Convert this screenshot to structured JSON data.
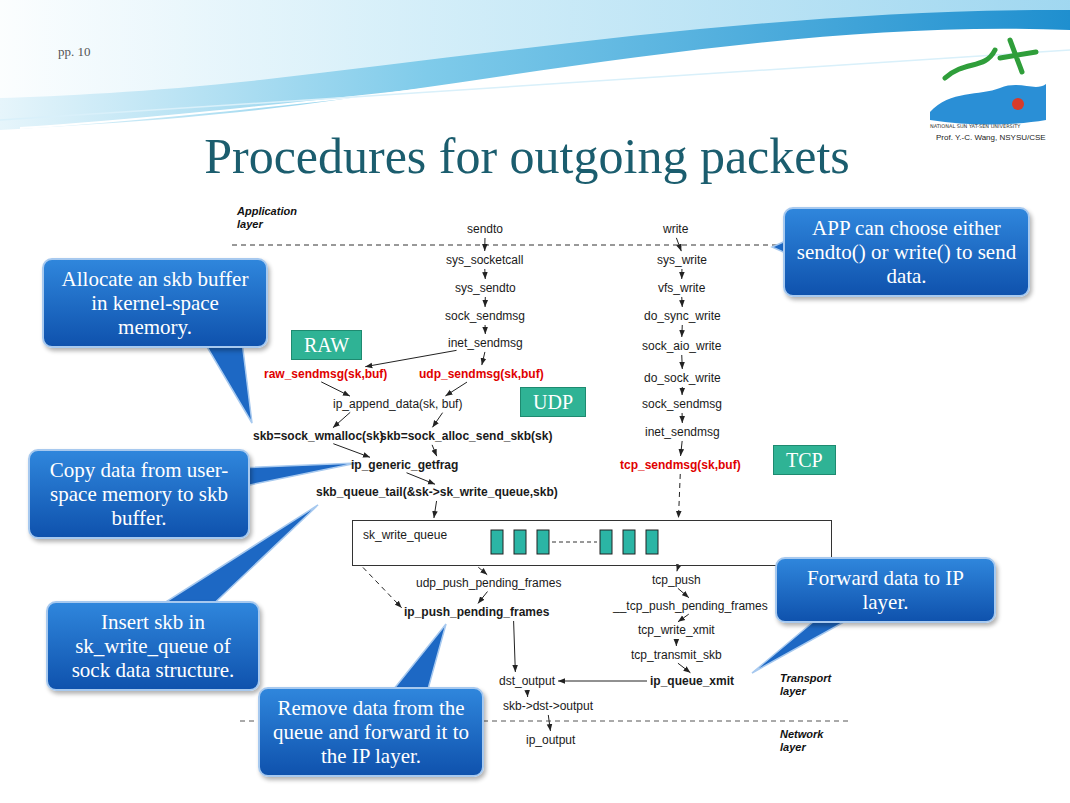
{
  "diagram": {
    "title": "Procedures for outgoing packets",
    "nodes": [
      {
        "text": [
          "sendto"
        ]
      },
      {
        "text": [
          "sys_socketcall"
        ]
      },
      {
        "text": [
          "sys_sendto"
        ]
      },
      {
        "text": [
          "sock_sendmsg"
        ]
      },
      {
        "text": [
          "inet_sendmsg"
        ]
      },
      {
        "text": [
          "raw_sendmsg(sk,buf)"
        ]
      },
      {
        "text": [
          "udp_sendmsg(sk,buf)"
        ]
      },
      {
        "text": [
          "ip_append_data(sk, buf)"
        ]
      },
      {
        "text": [
          "skb=sock_wmalloc(sk)"
        ]
      },
      {
        "text": [
          "skb=sock_alloc_send_skb(sk)"
        ]
      },
      {
        "text": [
          "ip_generic_getfrag"
        ]
      },
      {
        "text": [
          "skb_queue_tail(&sk->sk_write_queue,skb)"
        ]
      },
      {
        "text": [
          "sk_write_queue"
        ]
      },
      {
        "text": [
          "udp_push_pending_frames"
        ]
      },
      {
        "text": [
          "ip_push_pending_frames"
        ]
      },
      {
        "text": [
          "dst_output"
        ]
      },
      {
        "text": [
          "skb->dst->output"
        ]
      },
      {
        "text": [
          "ip_output"
        ]
      },
      {
        "text": [
          "write"
        ]
      },
      {
        "text": [
          "sys_write"
        ]
      },
      {
        "text": [
          "vfs_write"
        ]
      },
      {
        "text": [
          "do_sync_write"
        ]
      },
      {
        "text": [
          "sock_aio_write"
        ]
      },
      {
        "text": [
          "do_sock_write"
        ]
      },
      {
        "text": [
          "sock_sendmsg"
        ]
      },
      {
        "text": [
          "inet_sendmsg"
        ]
      },
      {
        "text": [
          "tcp_sendmsg(sk,buf)"
        ]
      },
      {
        "text": [
          "tcp_push"
        ]
      },
      {
        "text": [
          "__tcp_push_pending_frames"
        ]
      },
      {
        "text": [
          "tcp_write_xmit"
        ]
      },
      {
        "text": [
          "tcp_transmit_skb"
        ]
      },
      {
        "text": [
          "ip_queue_xmit"
        ]
      },
      {
        "text": [
          "APP can choose either sendto() or write() to send data."
        ]
      },
      {
        "text": [
          "Allocate an skb buffer in kernel-space memory."
        ]
      },
      {
        "text": [
          "Copy data from user-space memory to skb buffer."
        ]
      },
      {
        "text": [
          "Insert skb in sk_write_queue of sock data structure."
        ]
      },
      {
        "text": [
          "Remove data from the queue and forward it to the IP layer."
        ]
      },
      {
        "text": [
          "Forward data to IP layer."
        ]
      },
      {
        "text": [
          "RAW"
        ]
      },
      {
        "text": [
          "UDP"
        ]
      },
      {
        "text": [
          "TCP"
        ]
      }
    ],
    "edges": [
      {
        "from": 0,
        "to": 1,
        "arrow": "to"
      },
      {
        "from": 1,
        "to": 2,
        "arrow": "to"
      },
      {
        "from": 2,
        "to": 3,
        "arrow": "to"
      },
      {
        "from": 3,
        "to": 4,
        "arrow": "to"
      },
      {
        "from": 4,
        "to": 5,
        "arrow": "to"
      },
      {
        "from": 4,
        "to": 6,
        "arrow": "to"
      },
      {
        "from": 5,
        "to": 7,
        "arrow": "to"
      },
      {
        "from": 6,
        "to": 7,
        "arrow": "to"
      },
      {
        "from": 7,
        "to": 8,
        "arrow": "to"
      },
      {
        "from": 7,
        "to": 9,
        "arrow": "to"
      },
      {
        "from": 8,
        "to": 10,
        "arrow": "to"
      },
      {
        "from": 9,
        "to": 10,
        "arrow": "to"
      },
      {
        "from": 10,
        "to": 11,
        "arrow": "to"
      },
      {
        "from": 11,
        "to": 12,
        "arrow": "to"
      },
      {
        "from": 12,
        "to": 13,
        "arrow": "to"
      },
      {
        "from": 12,
        "to": 14,
        "arrow": "to"
      },
      {
        "from": 13,
        "to": 14,
        "arrow": "to"
      },
      {
        "from": 14,
        "to": 15,
        "arrow": "to"
      },
      {
        "from": 15,
        "to": 16,
        "arrow": "to"
      },
      {
        "from": 16,
        "to": 17,
        "arrow": "to"
      },
      {
        "from": 18,
        "to": 19,
        "arrow": "to"
      },
      {
        "from": 19,
        "to": 20,
        "arrow": "to"
      },
      {
        "from": 20,
        "to": 21,
        "arrow": "to"
      },
      {
        "from": 21,
        "to": 22,
        "arrow": "to"
      },
      {
        "from": 22,
        "to": 23,
        "arrow": "to"
      },
      {
        "from": 23,
        "to": 24,
        "arrow": "to"
      },
      {
        "from": 24,
        "to": 25,
        "arrow": "to"
      },
      {
        "from": 25,
        "to": 26,
        "arrow": "to"
      },
      {
        "from": 26,
        "to": 12,
        "arrow": "to"
      },
      {
        "from": 12,
        "to": 27,
        "arrow": "to"
      },
      {
        "from": 27,
        "to": 28,
        "arrow": "to"
      },
      {
        "from": 28,
        "to": 29,
        "arrow": "to"
      },
      {
        "from": 29,
        "to": 30,
        "arrow": "to"
      },
      {
        "from": 30,
        "to": 31,
        "arrow": "to"
      },
      {
        "from": 31,
        "to": 15,
        "arrow": "to"
      }
    ],
    "labels": [
      "pp. 10",
      "NATIONAL SUN YAT-SEN UNIVERSITY",
      "Prof. Y.-C. Wang, NSYSU/CSE",
      "Application layer",
      "Transport layer",
      "Network layer"
    ]
  }
}
